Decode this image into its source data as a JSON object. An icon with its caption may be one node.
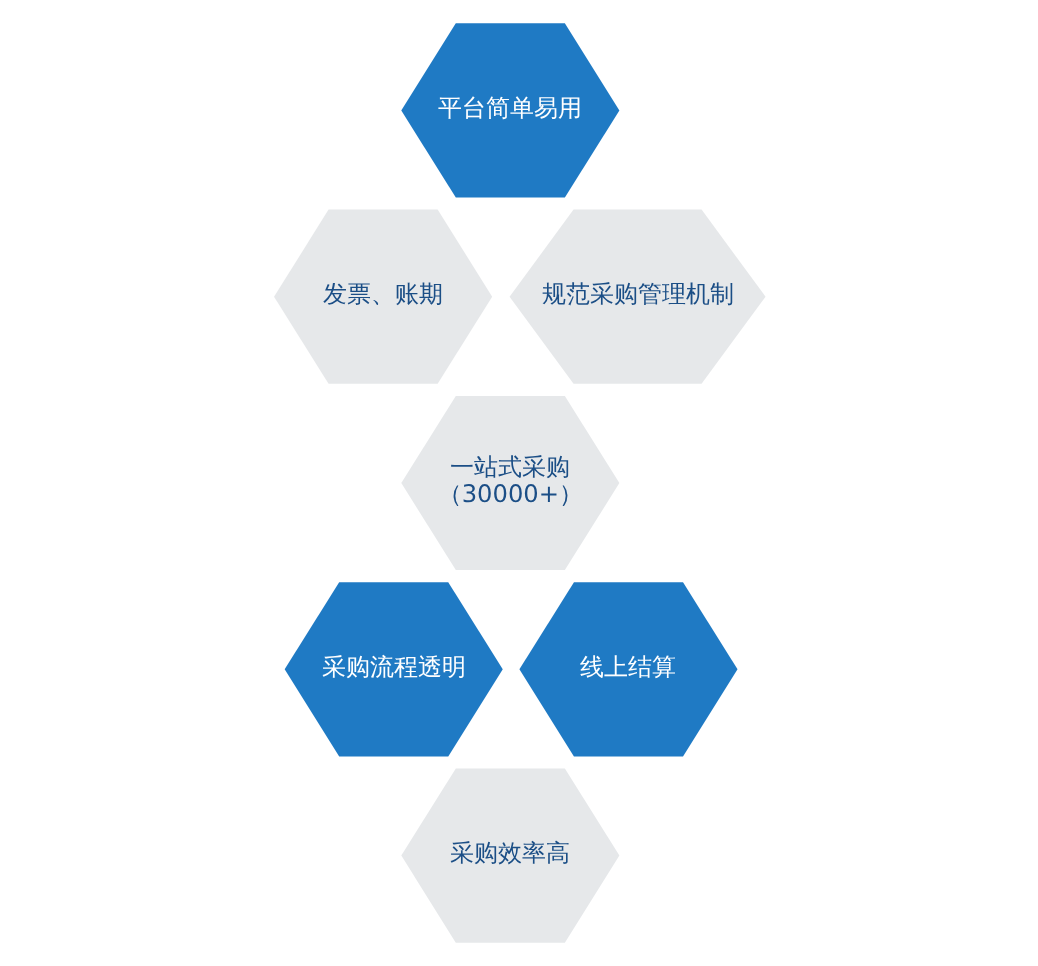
{
  "diagram": {
    "nodes": [
      {
        "text": [
          "平台简单易用"
        ]
      },
      {
        "text": [
          "发票、账期"
        ]
      },
      {
        "text": [
          "规范采购管理机制"
        ]
      },
      {
        "text": [
          "一站式采购",
          "（30000+）"
        ]
      },
      {
        "text": [
          "采购流程透明"
        ]
      },
      {
        "text": [
          "线上结算"
        ]
      },
      {
        "text": [
          "采购效率高"
        ]
      }
    ]
  }
}
